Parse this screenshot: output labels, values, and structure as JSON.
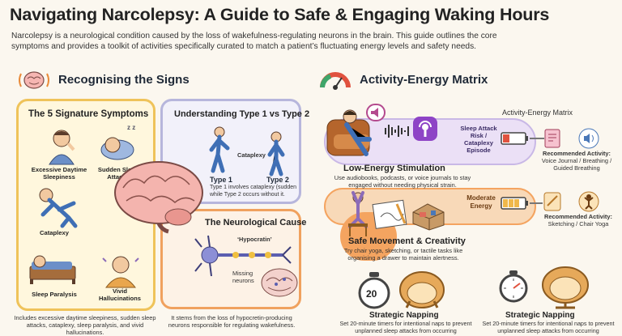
{
  "header": {
    "title": "Navigating Narcolepsy: A Guide to Safe & Engaging Waking Hours",
    "intro": "Narcolepsy is a neurological condition caused by the loss of wakefulness-regulating neurons in the brain. This guide outlines the core symptoms and provides a toolkit of activities specifically curated to match a patient’s fluctuating energy levels and safety needs."
  },
  "left": {
    "heading": "Recognising the Signs",
    "symptoms": {
      "title": "The 5 Signature Symptoms",
      "items": [
        "Excessive Daytime Sleepiness",
        "Sudden Sleep Attacks",
        "Cataplexy",
        "Sleep Paralysis",
        "Vivid Hallucinations"
      ],
      "zz": "z z"
    },
    "types": {
      "title": "Understanding Type 1 vs Type 2",
      "cataplexy_label": "Cataplexy",
      "type1": "Type 1",
      "type2": "Type 2",
      "desc": "Type 1 involves cataplexy (sudden while Type 2 occurs without it."
    },
    "cause": {
      "title": "The Neurological Cause",
      "hypocretin": "‘Hypocratin’",
      "missing": "Missing neurons"
    },
    "footer_left": "Includes excessive daytime sleepiness, sudden sleep attacks, cataplexy, sleep paralysis, and vivid hallucinations.",
    "footer_right": "It stems from the loss of hypocretin-producing neurons responsible for regulating wakefulness."
  },
  "right": {
    "heading": "Activity-Energy Matrix",
    "matrix_label": "Activity-Energy Matrix",
    "low": {
      "title": "Low-Energy Stimulation",
      "desc": "Use audiobooks, podcasts, or voice journals to stay engaged without needing physical strain.",
      "level": "Sleep Attack Risk / Cataplexy Episode",
      "rec_label": "Recommended Activity:",
      "rec": "Voice Journal / Breathing / Guided Breathing"
    },
    "moderate": {
      "title": "Safe Movement & Creativity",
      "desc": "Try chair yoga, sketching, or tactile tasks like organising a drawer to maintain alertness.",
      "level": "Moderate Energy",
      "rec_label": "Recommended Activity:",
      "rec": "Sketching / Chair Yoga"
    },
    "nap_left": {
      "title": "Strategic Napping",
      "desc": "Set 20-minute timers for intentional naps to prevent unplanned sleep attacks from occurring",
      "timer": "20"
    },
    "nap_right": {
      "title": "Strategic Napping",
      "desc": "Set 20-minute timers for intentional naps to prevent unplanned sleep attacks from occurring"
    }
  },
  "colors": {
    "yellow_border": "#efc35a",
    "purple_border": "#b7b6dc",
    "orange_border": "#f0a15e",
    "orange_band": "#f4a460",
    "purple_band": "#c9b8e6"
  }
}
